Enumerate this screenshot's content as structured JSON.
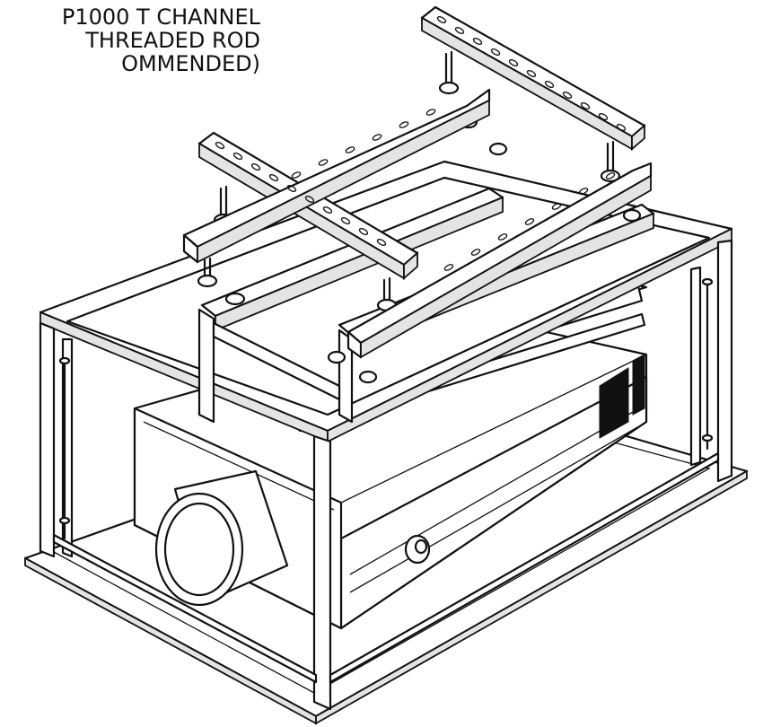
{
  "callout": {
    "line1": "P1000 T CHANNEL",
    "line2": "THREADED ROD",
    "line3": "OMMENDED)"
  }
}
